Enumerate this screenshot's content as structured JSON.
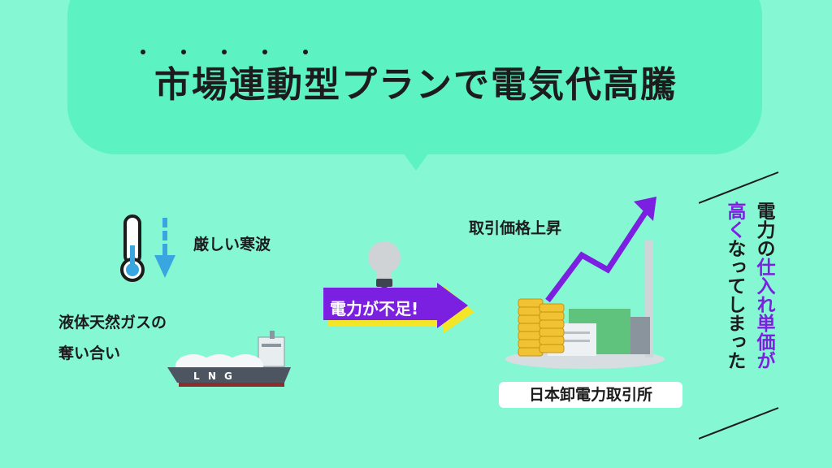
{
  "title": "市場連動型プランで電気代高騰",
  "cold_wave": "厳しい寒波",
  "lng_competition": [
    "液体天然ガスの",
    "奪い合い"
  ],
  "ship_label": "L N G",
  "shortage": "電力が不足!",
  "price_rise": "取引価格上昇",
  "exchange": "日本卸電力取引所",
  "vertical": {
    "line1_pre": "電力の",
    "line1_hl": "仕入れ単価が",
    "line2_hl": "高く",
    "line2_post": "なってしまった"
  },
  "colors": {
    "background": "#86F7D3",
    "bubble": "#5DF2C2",
    "arrow": "#7B1FE0",
    "accent_yellow": "#F3E528",
    "thermo_blue": "#3AA6E0"
  }
}
